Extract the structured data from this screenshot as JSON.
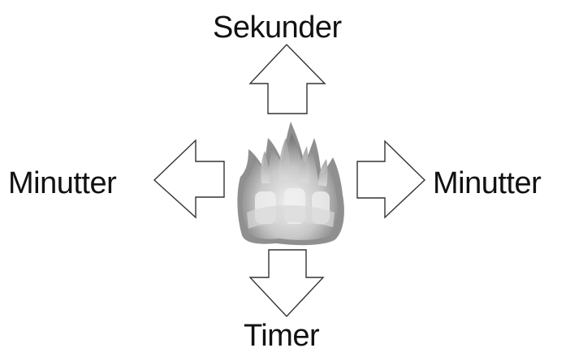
{
  "labels": {
    "top": "Sekunder",
    "left": "Minutter",
    "right": "Minutter",
    "bottom": "Timer"
  },
  "center_icon": "fire-icon",
  "arrow_icons": [
    "arrow-up-icon",
    "arrow-left-icon",
    "arrow-right-icon",
    "arrow-down-icon"
  ],
  "colors": {
    "text": "#111111",
    "arrow_stroke": "#333333",
    "flame_dark": "#6f6f6f",
    "flame_light": "#e8e8e8"
  }
}
